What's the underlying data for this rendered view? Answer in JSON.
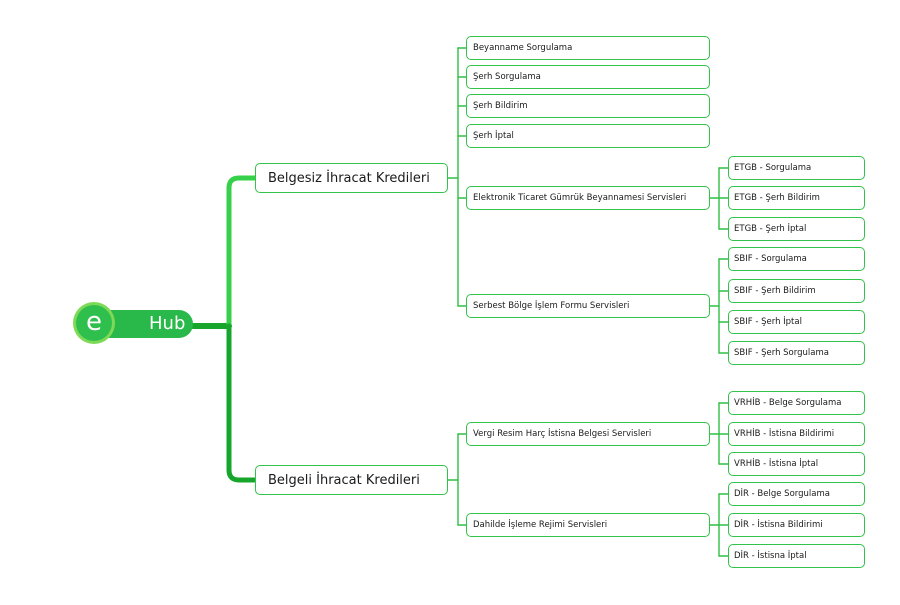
{
  "colors": {
    "trunk_upper": "#36d04a",
    "trunk_lower": "#17a52c",
    "connector": "#2fbf45",
    "node_border": "#33c24a",
    "logo_green": "#29b84a"
  },
  "root": {
    "logo_letter": "e",
    "logo_text": "Hub"
  },
  "branches": [
    {
      "label": "Belgesiz İhracat Kredileri",
      "children": [
        {
          "label": "Beyanname Sorgulama",
          "children": []
        },
        {
          "label": "Şerh Sorgulama",
          "children": []
        },
        {
          "label": "Şerh Bildirim",
          "children": []
        },
        {
          "label": "Şerh İptal",
          "children": []
        },
        {
          "label": "Elektronik Ticaret Gümrük Beyannamesi Servisleri",
          "children": [
            {
              "label": "ETGB - Sorgulama"
            },
            {
              "label": "ETGB - Şerh Bildirim"
            },
            {
              "label": "ETGB - Şerh İptal"
            }
          ]
        },
        {
          "label": "Serbest Bölge İşlem Formu Servisleri",
          "children": [
            {
              "label": "SBIF - Sorgulama"
            },
            {
              "label": "SBIF - Şerh Bildirim"
            },
            {
              "label": "SBIF - Şerh İptal"
            },
            {
              "label": "SBIF - Şerh Sorgulama"
            }
          ]
        }
      ]
    },
    {
      "label": "Belgeli İhracat Kredileri",
      "children": [
        {
          "label": "Vergi Resim Harç İstisna Belgesi Servisleri",
          "children": [
            {
              "label": "VRHİB - Belge Sorgulama"
            },
            {
              "label": "VRHİB - İstisna Bildirimi"
            },
            {
              "label": "VRHİB - İstisna İptal"
            }
          ]
        },
        {
          "label": "Dahilde İşleme Rejimi Servisleri",
          "children": [
            {
              "label": "DİR - Belge Sorgulama"
            },
            {
              "label": "DİR - İstisna Bildirimi"
            },
            {
              "label": "DİR - İstisna İptal"
            }
          ]
        }
      ]
    }
  ]
}
